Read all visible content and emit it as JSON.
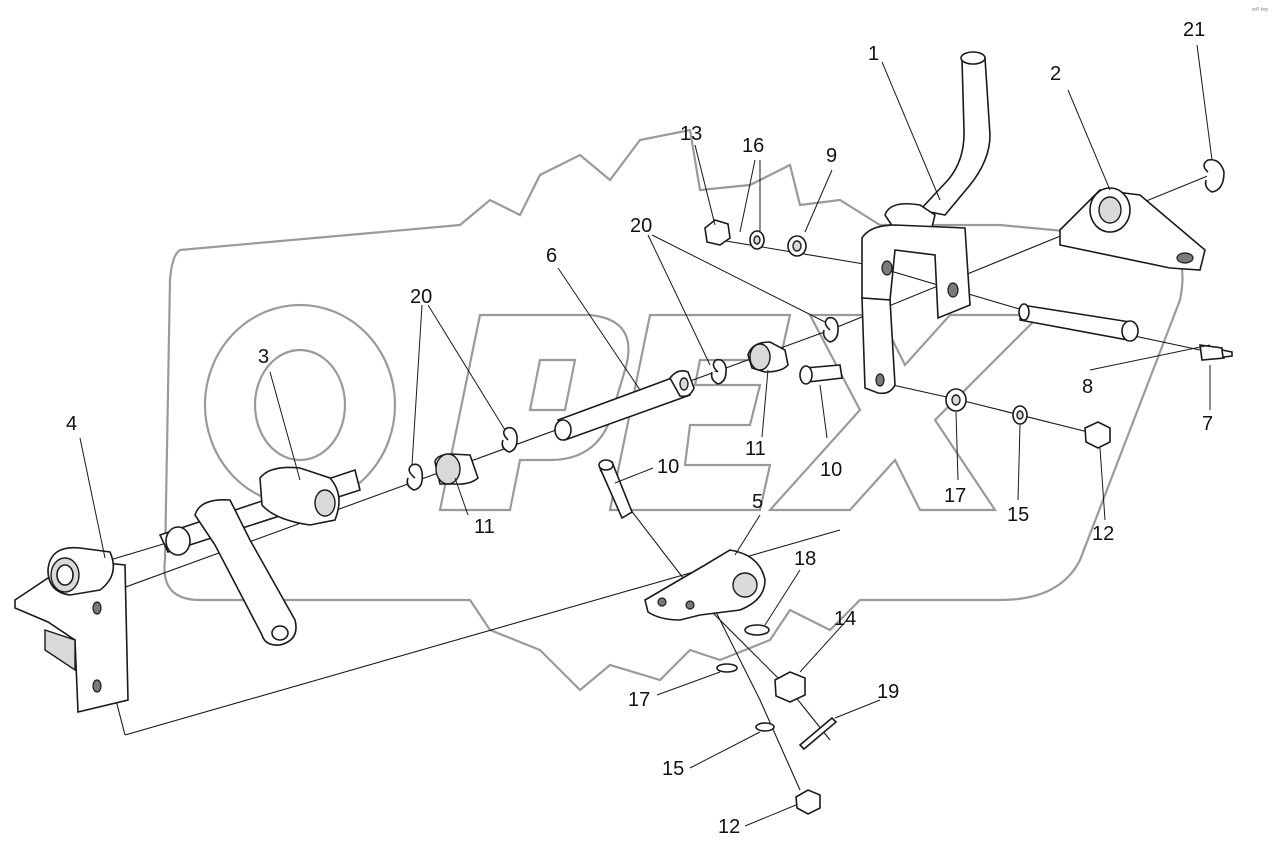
{
  "watermark": {
    "text": "OPEX"
  },
  "corner_mark": "ᵘᶜᴿ ᵇᵒᵍ",
  "callouts": [
    {
      "id": "c1",
      "text": "1"
    },
    {
      "id": "c2",
      "text": "2"
    },
    {
      "id": "c3",
      "text": "3"
    },
    {
      "id": "c4",
      "text": "4"
    },
    {
      "id": "c5",
      "text": "5"
    },
    {
      "id": "c6",
      "text": "6"
    },
    {
      "id": "c7",
      "text": "7"
    },
    {
      "id": "c8",
      "text": "8"
    },
    {
      "id": "c9",
      "text": "9"
    },
    {
      "id": "c10a",
      "text": "10"
    },
    {
      "id": "c10b",
      "text": "10"
    },
    {
      "id": "c11a",
      "text": "11"
    },
    {
      "id": "c11b",
      "text": "11"
    },
    {
      "id": "c12a",
      "text": "12"
    },
    {
      "id": "c12b",
      "text": "12"
    },
    {
      "id": "c13",
      "text": "13"
    },
    {
      "id": "c14",
      "text": "14"
    },
    {
      "id": "c15a",
      "text": "15"
    },
    {
      "id": "c15b",
      "text": "15"
    },
    {
      "id": "c16",
      "text": "16"
    },
    {
      "id": "c17a",
      "text": "17"
    },
    {
      "id": "c17b",
      "text": "17"
    },
    {
      "id": "c18",
      "text": "18"
    },
    {
      "id": "c19",
      "text": "19"
    },
    {
      "id": "c20a",
      "text": "20"
    },
    {
      "id": "c20b",
      "text": "20"
    },
    {
      "id": "c21",
      "text": "21"
    }
  ]
}
